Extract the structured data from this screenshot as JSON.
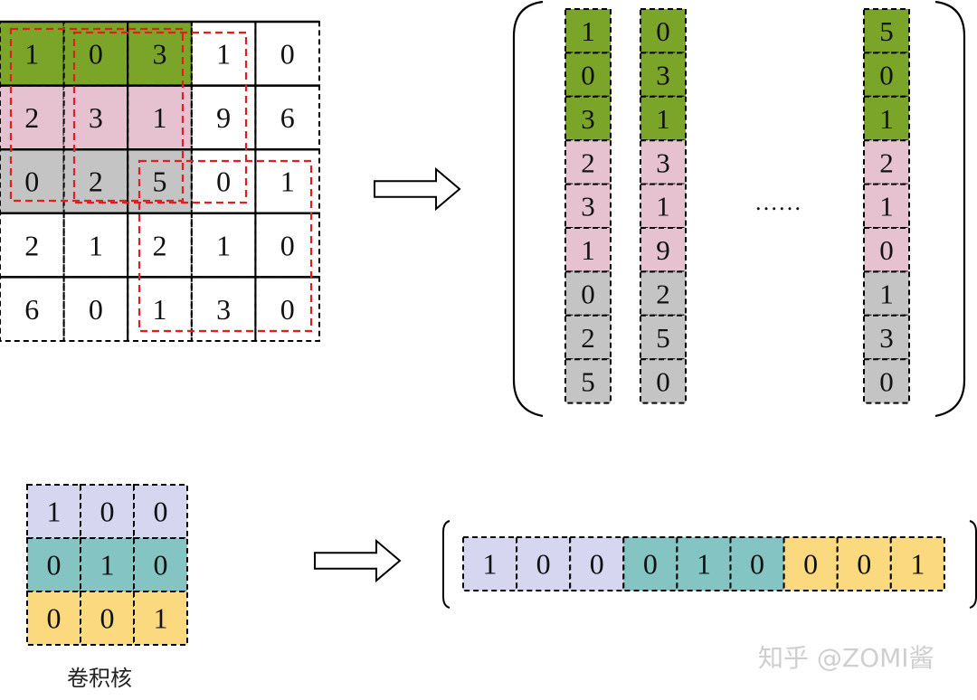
{
  "colors": {
    "green": "#7aa528",
    "pink": "#e6c2d1",
    "gray": "#c4c4c4",
    "lavender": "#d6d6f0",
    "teal": "#84c4c2",
    "yellow": "#fbd97e",
    "window_outline": "#e02020"
  },
  "input_matrix": [
    [
      "1",
      "0",
      "3",
      "1",
      "0"
    ],
    [
      "2",
      "3",
      "1",
      "9",
      "6"
    ],
    [
      "0",
      "2",
      "5",
      "0",
      "1"
    ],
    [
      "2",
      "1",
      "2",
      "1",
      "0"
    ],
    [
      "6",
      "0",
      "1",
      "3",
      "0"
    ]
  ],
  "columns": [
    [
      "1",
      "0",
      "3",
      "2",
      "3",
      "1",
      "0",
      "2",
      "5"
    ],
    [
      "0",
      "3",
      "1",
      "3",
      "1",
      "9",
      "2",
      "5",
      "0"
    ],
    [
      "5",
      "0",
      "1",
      "2",
      "1",
      "0",
      "1",
      "3",
      "0"
    ]
  ],
  "ellipsis": "……",
  "kernel": [
    [
      "1",
      "0",
      "0"
    ],
    [
      "0",
      "1",
      "0"
    ],
    [
      "0",
      "0",
      "1"
    ]
  ],
  "kernel_row": [
    "1",
    "0",
    "0",
    "0",
    "1",
    "0",
    "0",
    "0",
    "1"
  ],
  "kernel_caption": "卷积核",
  "watermark": "知乎 @ZOMI酱"
}
